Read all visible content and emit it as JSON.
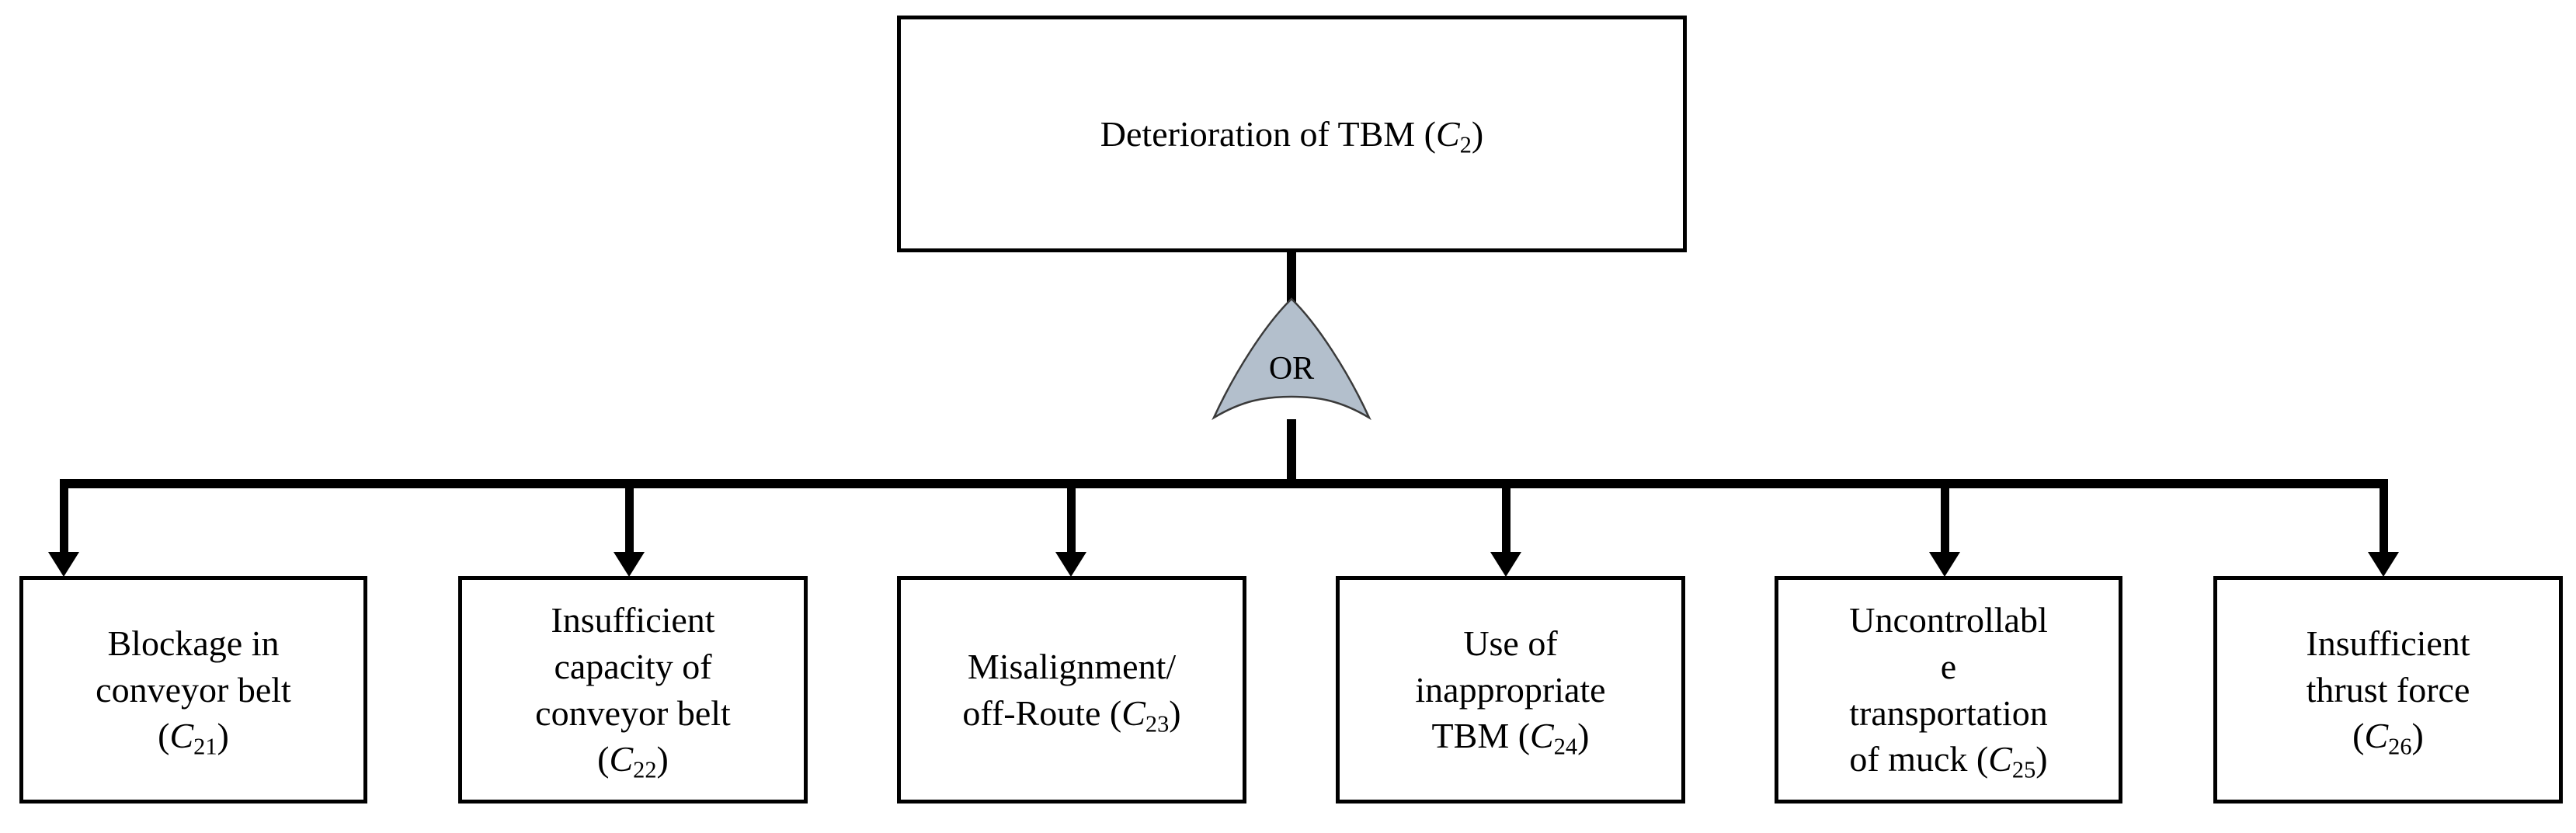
{
  "diagram": {
    "type": "fault-tree",
    "top_event": {
      "id": "C2",
      "text": "Deterioration of TBM (C2)",
      "text_main": "Deterioration of TBM (",
      "code_letter": "C",
      "code_sub": "2",
      "text_tail": ")"
    },
    "gate": {
      "type": "OR",
      "label": "OR",
      "fill_color": "#b3bfcc",
      "stroke_color": "#000000"
    },
    "basic_events": [
      {
        "id": "C21",
        "lines": [
          "Blockage in",
          "conveyor belt",
          "(C21)"
        ],
        "text_main": "Blockage in\nconveyor belt\n(",
        "code_letter": "C",
        "code_sub": "21",
        "text_tail": ")"
      },
      {
        "id": "C22",
        "lines": [
          "Insufficient",
          "capacity of",
          "conveyor belt",
          "(C22)"
        ],
        "text_main": "Insufficient\ncapacity of\nconveyor belt\n(",
        "code_letter": "C",
        "code_sub": "22",
        "text_tail": ")"
      },
      {
        "id": "C23",
        "lines": [
          "Misalignment/",
          "off-Route (C23)"
        ],
        "text_main": "Misalignment/\noff-Route (",
        "code_letter": "C",
        "code_sub": "23",
        "text_tail": ")"
      },
      {
        "id": "C24",
        "lines": [
          "Use of",
          "inappropriate",
          "TBM (C24)"
        ],
        "text_main": "Use of\ninappropriate\nTBM (",
        "code_letter": "C",
        "code_sub": "24",
        "text_tail": ")"
      },
      {
        "id": "C25",
        "lines": [
          "Uncontrollabl",
          "e",
          "transportation",
          "of muck (C25)"
        ],
        "text_main": "Uncontrollabl\ne\ntransportation\nof muck (",
        "code_letter": "C",
        "code_sub": "25",
        "text_tail": ")"
      },
      {
        "id": "C26",
        "lines": [
          "Insufficient",
          "thrust force",
          "(C26)"
        ],
        "text_main": "Insufficient\nthrust force\n(",
        "code_letter": "C",
        "code_sub": "26",
        "text_tail": ")"
      }
    ],
    "style": {
      "background": "#ffffff",
      "box_border_color": "#000000",
      "box_fill": "#ffffff",
      "connector_color": "#000000"
    }
  }
}
